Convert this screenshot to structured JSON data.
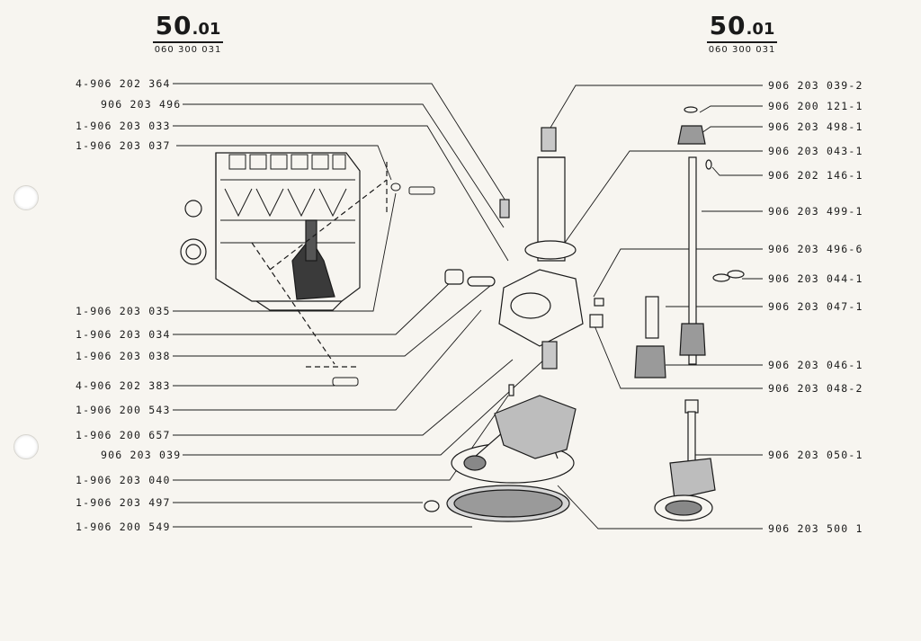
{
  "header_left": {
    "number": "50",
    "suffix": ".01",
    "code": "060 300 031"
  },
  "header_right": {
    "number": "50",
    "suffix": ".01",
    "code": "060 300 031"
  },
  "left_labels": [
    "4-906 202 364",
    "906 203 496",
    "1-906 203 033",
    "1-906 203 037",
    "1-906 203 035",
    "1-906 203 034",
    "1-906 203 038",
    "4-906 202 383",
    "1-906 200 543",
    "1-906 200 657",
    "906 203 039",
    "1-906 203 040",
    "1-906 203 497",
    "1-906 200 549"
  ],
  "right_labels": [
    "906 203 039-2",
    "906 200 121-1",
    "906 203 498-1",
    "906 203 043-1",
    "906 202 146-1",
    "906 203 499-1",
    "906 203 496-6",
    "906 203 044-1",
    "906 203 047-1",
    "906 203 046-1",
    "906 203 048-2",
    "906 203 050-1",
    "906 203 500 1"
  ],
  "colors": {
    "paper": "#f7f5f0",
    "ink": "#1a1a1a",
    "shade": "#8a8a8a"
  }
}
